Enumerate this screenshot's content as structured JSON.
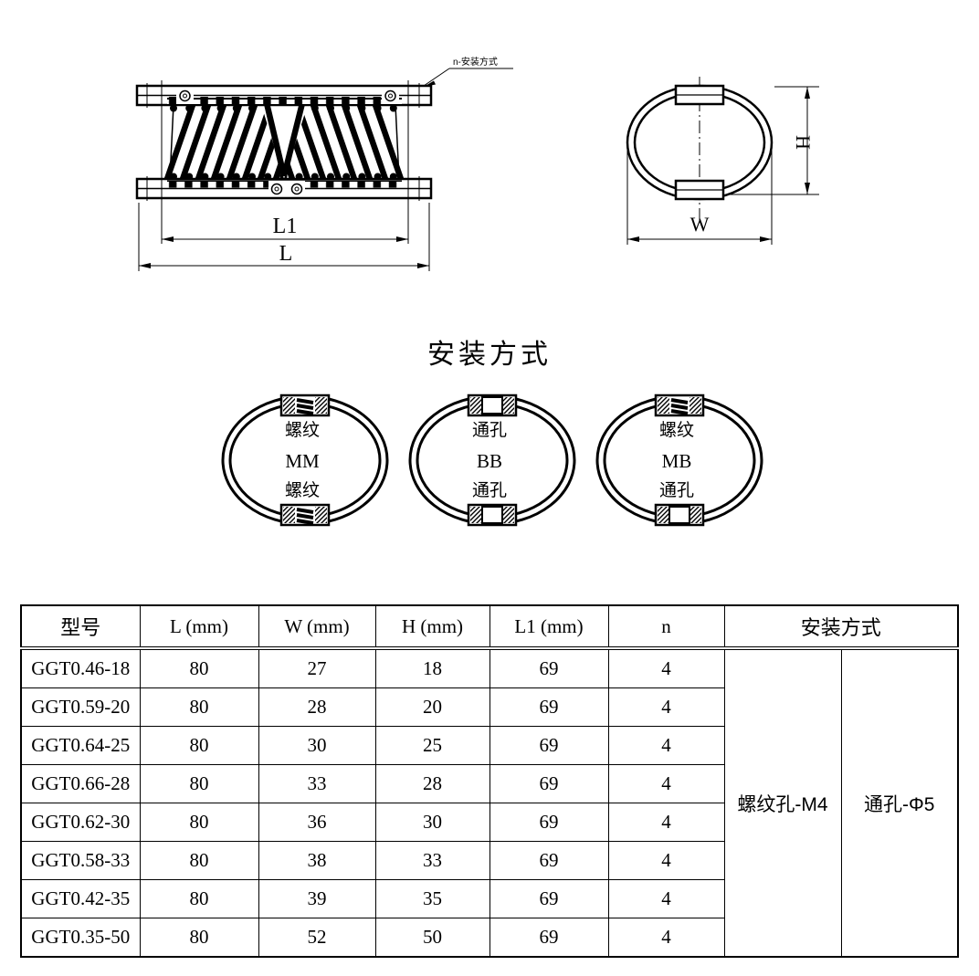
{
  "drawing": {
    "leader_label": "n-安装方式",
    "dim_L1": "L1",
    "dim_L": "L",
    "dim_H": "H",
    "dim_W": "W"
  },
  "mounting": {
    "title": "安装方式",
    "options": [
      {
        "top": "螺纹",
        "code": "MM",
        "bottom": "螺纹"
      },
      {
        "top": "通孔",
        "code": "BB",
        "bottom": "通孔"
      },
      {
        "top": "螺纹",
        "code": "MB",
        "bottom": "通孔"
      }
    ]
  },
  "table": {
    "headers": {
      "model": "型号",
      "L": "L (mm)",
      "W": "W (mm)",
      "H": "H (mm)",
      "L1": "L1 (mm)",
      "n": "n",
      "mounting": "安装方式"
    },
    "mounting_cells": {
      "threaded": "螺纹孔-M4",
      "through": "通孔-Φ5"
    },
    "rows": [
      {
        "model": "GGT0.46-18",
        "L": "80",
        "W": "27",
        "H": "18",
        "L1": "69",
        "n": "4"
      },
      {
        "model": "GGT0.59-20",
        "L": "80",
        "W": "28",
        "H": "20",
        "L1": "69",
        "n": "4"
      },
      {
        "model": "GGT0.64-25",
        "L": "80",
        "W": "30",
        "H": "25",
        "L1": "69",
        "n": "4"
      },
      {
        "model": "GGT0.66-28",
        "L": "80",
        "W": "33",
        "H": "28",
        "L1": "69",
        "n": "4"
      },
      {
        "model": "GGT0.62-30",
        "L": "80",
        "W": "36",
        "H": "30",
        "L1": "69",
        "n": "4"
      },
      {
        "model": "GGT0.58-33",
        "L": "80",
        "W": "38",
        "H": "33",
        "L1": "69",
        "n": "4"
      },
      {
        "model": "GGT0.42-35",
        "L": "80",
        "W": "39",
        "H": "35",
        "L1": "69",
        "n": "4"
      },
      {
        "model": "GGT0.35-50",
        "L": "80",
        "W": "52",
        "H": "50",
        "L1": "69",
        "n": "4"
      }
    ]
  }
}
